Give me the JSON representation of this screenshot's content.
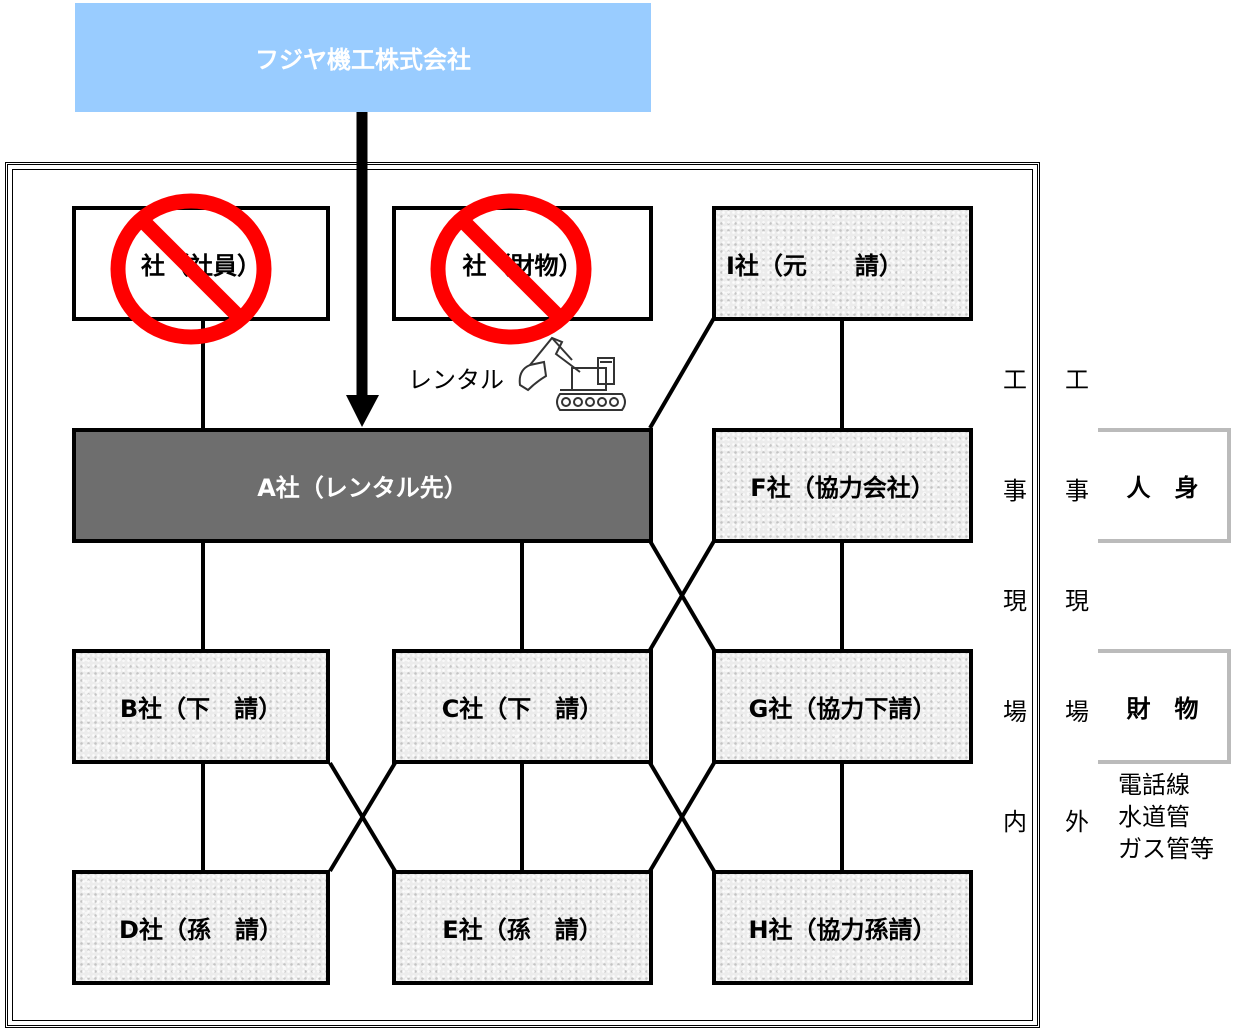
{
  "company": {
    "name": "フジヤ機工株式会社"
  },
  "boxes": {
    "employee": "社（社員）",
    "property": "社（財物）",
    "prime": "I社（元　　請）",
    "rental": "A社（レンタル先）",
    "f": "F社（協力会社）",
    "b": "B社（下　請）",
    "c": "C社（下　請）",
    "g": "G社（協力下請）",
    "d": "D社（孫　請）",
    "e": "E社（孫　請）",
    "h": "H社（協力孫請）"
  },
  "rental_label": "レンタル",
  "site_inside": [
    "工",
    "事",
    "現",
    "場",
    "内"
  ],
  "site_outside": [
    "工",
    "事",
    "現",
    "場",
    "外"
  ],
  "outside_targets": {
    "person": "人　身",
    "property": "財　物",
    "utilities": [
      "電話線",
      "水道管",
      "ガス管等"
    ]
  },
  "colors": {
    "banner": "#99ccff",
    "rental_box": "#6e6e6e",
    "prohibition": "#ff0000"
  },
  "icons": [
    "prohibition-icon",
    "excavator-icon"
  ]
}
